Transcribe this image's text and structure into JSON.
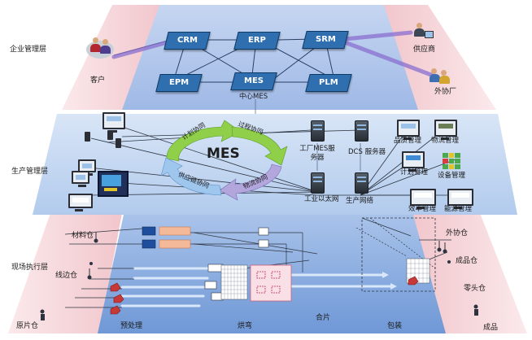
{
  "layers": {
    "enterprise": "企业管理层",
    "production": "生产管理层",
    "field": "现场执行层"
  },
  "enterprise": {
    "systems": [
      "CRM",
      "ERP",
      "SRM",
      "EPM",
      "MES",
      "PLM"
    ],
    "center_label": "中心MES",
    "customer": "客户",
    "supplier": "供应商",
    "partner": "外协厂"
  },
  "production": {
    "cycle_title": "MES",
    "arrows": [
      "计划协同",
      "过程协同",
      "物流协同",
      "供应链协同"
    ],
    "servers": {
      "factory": "工厂MES服务器",
      "dcs": "DCS 服务器",
      "ethernet": "工业以太网",
      "network": "生产网络"
    },
    "modules": [
      "品质管理",
      "物流管理",
      "计划管理",
      "设备管理",
      "效率管理",
      "能源管理"
    ]
  },
  "field": {
    "materials": "材料仓",
    "line_side": "线边仓",
    "sheet": "原片仓",
    "pretreat": "预处理",
    "bend": "烘弯",
    "laminate": "合片",
    "package": "包装",
    "outsource": "外协仓",
    "finished_wh": "成品仓",
    "dock": "零头仓",
    "product": "成品"
  },
  "colors": {
    "layer_top": "#a8bfe8",
    "layer_mid": "#b9d0ee",
    "layer_bottom": "#7fa4db",
    "side_pink": "#f6d4d8",
    "system_box": "#2f6fb0",
    "arrow_green": "#8fcf4a",
    "arrow_purple": "#b2a6dd",
    "arrow_blue": "#9fc7ee"
  }
}
